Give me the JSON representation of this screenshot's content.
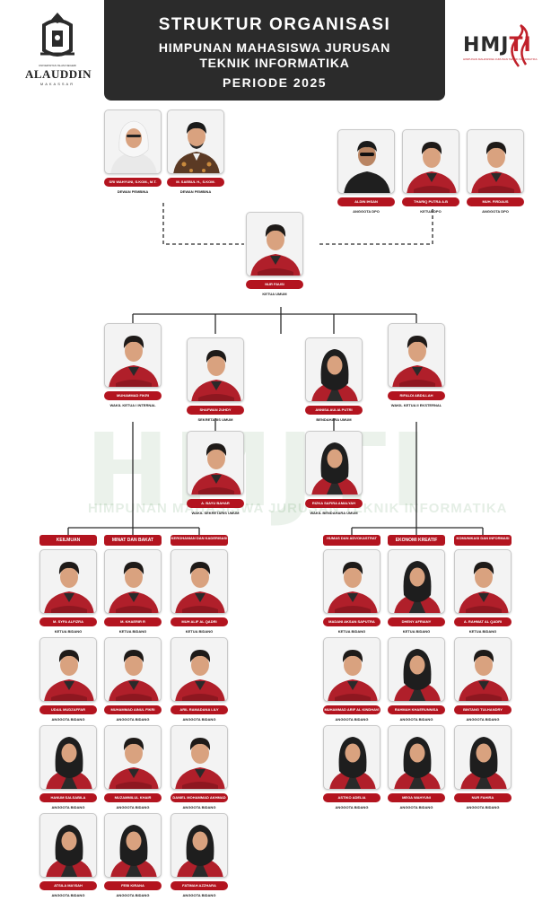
{
  "header": {
    "title_line1": "STRUKTUR ORGANISASI",
    "title_line2": "HIMPUNAN MAHASISWA JURUSAN",
    "title_line3": "TEKNIK INFORMATIKA",
    "title_line4": "PERIODE 2025"
  },
  "logo_left": {
    "univ_label": "UNIVERSITAS ISLAM NEGERI",
    "name": "ALAUDDIN",
    "city": "MAKASSAR"
  },
  "logo_right": {
    "brand": "HMJ",
    "brand_accent": "TI",
    "tagline": "HIMPUNAN MAHASISWA JURUSAN TEKNIK INFORMATIKA"
  },
  "watermark": {
    "text": "HMJTI",
    "subtext": "HIMPUNAN MAHASISWA JURUSAN TEKNIK INFORMATIKA"
  },
  "colors": {
    "accent": "#b3141f",
    "dark": "#2b2b2b",
    "jacket": "#b01f2a"
  },
  "divisions": {
    "keilmuan": "KEILMUAN",
    "minat_bakat": "MINAT DAN BAKAT",
    "kerohanian": "KEROHANIAN DAN KADERISASI",
    "humas": "HUMAS DAN ADVOKASTRAT",
    "ekonomi": "EKONOMI KREATIF",
    "kominfo": "KOMUNIKASI DAN INFORMASI"
  },
  "members": [
    {
      "id": "dp1",
      "name": "SRI WAHYUNI, S.KOM., M.T.",
      "role": "DEWAN PEMBINA",
      "type": "hijab_white"
    },
    {
      "id": "dp2",
      "name": "M. SAEBUL H., S.KOM.",
      "role": "DEWAN PEMBINA",
      "type": "batik"
    },
    {
      "id": "dpo1",
      "name": "ALDIN IHSAN",
      "role": "ANGGOTA DPO",
      "type": "black"
    },
    {
      "id": "dpo2",
      "name": "THARIQ PUTRA A.B",
      "role": "KETUA DPO",
      "type": "jacket"
    },
    {
      "id": "dpo3",
      "name": "MUH. FIRDAUS",
      "role": "ANGGOTA DPO",
      "type": "jacket"
    },
    {
      "id": "ketum",
      "name": "NUR FAUSI",
      "role": "KETUA UMUM",
      "type": "jacket"
    },
    {
      "id": "wk1",
      "name": "MUHAMMAD FIKRI",
      "role": "WAKIL KETUA I INTERNAL",
      "type": "jacket"
    },
    {
      "id": "sek",
      "name": "SHAFWAN ZUHDY",
      "role": "SEKRETARIS UMUM",
      "type": "jacket"
    },
    {
      "id": "ben",
      "name": "ANNISA AULIA PUTRI",
      "role": "BENDAHARA UMUM",
      "type": "hijab_black"
    },
    {
      "id": "wk2",
      "name": "RIFALDI ABDILLAH",
      "role": "WAKIL KETUA II EKSTERNAL",
      "type": "jacket"
    },
    {
      "id": "wsek",
      "name": "A. BAYU BAHAR",
      "role": "WAKIL SEKRETARIS UMUM",
      "type": "jacket"
    },
    {
      "id": "wben",
      "name": "RIZKA SAFIRA AMALYAH",
      "role": "WAKIL BENDAHARA UMUM",
      "type": "hijab_black"
    },
    {
      "id": "k1",
      "name": "M. SYFA ALFIZRA",
      "role": "KETUA BIDANG",
      "type": "jacket"
    },
    {
      "id": "k2",
      "name": "UDAIL MUDZAFFAR",
      "role": "ANGGOTA BIDANG",
      "type": "jacket"
    },
    {
      "id": "k3",
      "name": "HANUM SALSABILA",
      "role": "ANGGOTA BIDANG",
      "type": "hijab_black"
    },
    {
      "id": "k4",
      "name": "ATSILA MA'ISAH",
      "role": "ANGGOTA BIDANG",
      "type": "hijab_black"
    },
    {
      "id": "m1",
      "name": "M. KHAERIR R",
      "role": "KETUA BIDANG",
      "type": "jacket"
    },
    {
      "id": "m2",
      "name": "MUHAMMAD AINUL FIKRI",
      "role": "ANGGOTA BIDANG",
      "type": "jacket"
    },
    {
      "id": "m3",
      "name": "MUZAMMILUL KHAIR",
      "role": "ANGGOTA BIDANG",
      "type": "jacket"
    },
    {
      "id": "m4",
      "name": "FEBI KIRANA",
      "role": "ANGGOTA BIDANG",
      "type": "hijab_black"
    },
    {
      "id": "r1",
      "name": "MUH ALIF AL QADRI",
      "role": "KETUA BIDANG",
      "type": "jacket"
    },
    {
      "id": "r2",
      "name": "ARIL RAMADANA LILY",
      "role": "ANGGOTA BIDANG",
      "type": "jacket"
    },
    {
      "id": "r3",
      "name": "DANIEL MOHAMMAD AKHMAD",
      "role": "ANGGOTA BIDANG",
      "type": "jacket"
    },
    {
      "id": "r4",
      "name": "FATIMAH AZZHARA",
      "role": "ANGGOTA BIDANG",
      "type": "hijab_black"
    },
    {
      "id": "h1",
      "name": "MADANI AKSAN SAPUTRA",
      "role": "KETUA BIDANG",
      "type": "jacket"
    },
    {
      "id": "h2",
      "name": "MUHAMMAD ARIF AL KINDHAVI",
      "role": "ANGGOTA BIDANG",
      "type": "jacket"
    },
    {
      "id": "h3",
      "name": "ASTIKO ADELIA",
      "role": "ANGGOTA BIDANG",
      "type": "hijab_black"
    },
    {
      "id": "e1",
      "name": "DHENY AFRIANY",
      "role": "KETUA BIDANG",
      "type": "hijab_black"
    },
    {
      "id": "e2",
      "name": "RAHMAH KHAERUNNISA",
      "role": "ANGGOTA BIDANG",
      "type": "hijab_black"
    },
    {
      "id": "e3",
      "name": "MEGA WAHYUNI",
      "role": "ANGGOTA BIDANG",
      "type": "hijab_black"
    },
    {
      "id": "i1",
      "name": "A. RAHMAT AL QADRI",
      "role": "KETUA BIDANG",
      "type": "jacket"
    },
    {
      "id": "i2",
      "name": "BINTANG TULHANDRY",
      "role": "ANGGOTA BIDANG",
      "type": "jacket"
    },
    {
      "id": "i3",
      "name": "NUR FAHIRA",
      "role": "ANGGOTA BIDANG",
      "type": "hijab_black"
    }
  ]
}
